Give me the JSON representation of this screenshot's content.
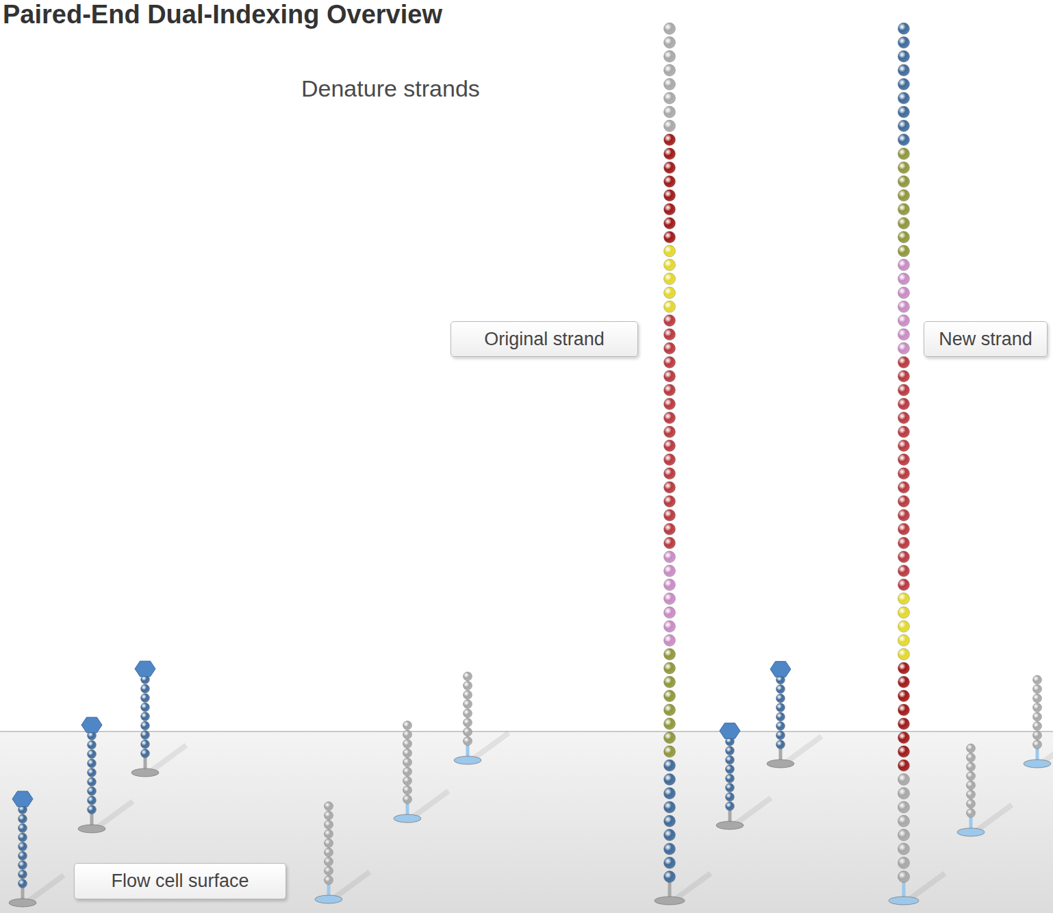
{
  "diagram": {
    "title": "Paired-End Dual-Indexing Overview",
    "nodes": [
      {
        "text": [
          "Original strand"
        ]
      },
      {
        "text": [
          "New strand"
        ]
      },
      {
        "text": [
          "Flow cell surface"
        ]
      }
    ],
    "labels": [
      "Denature strands"
    ]
  }
}
